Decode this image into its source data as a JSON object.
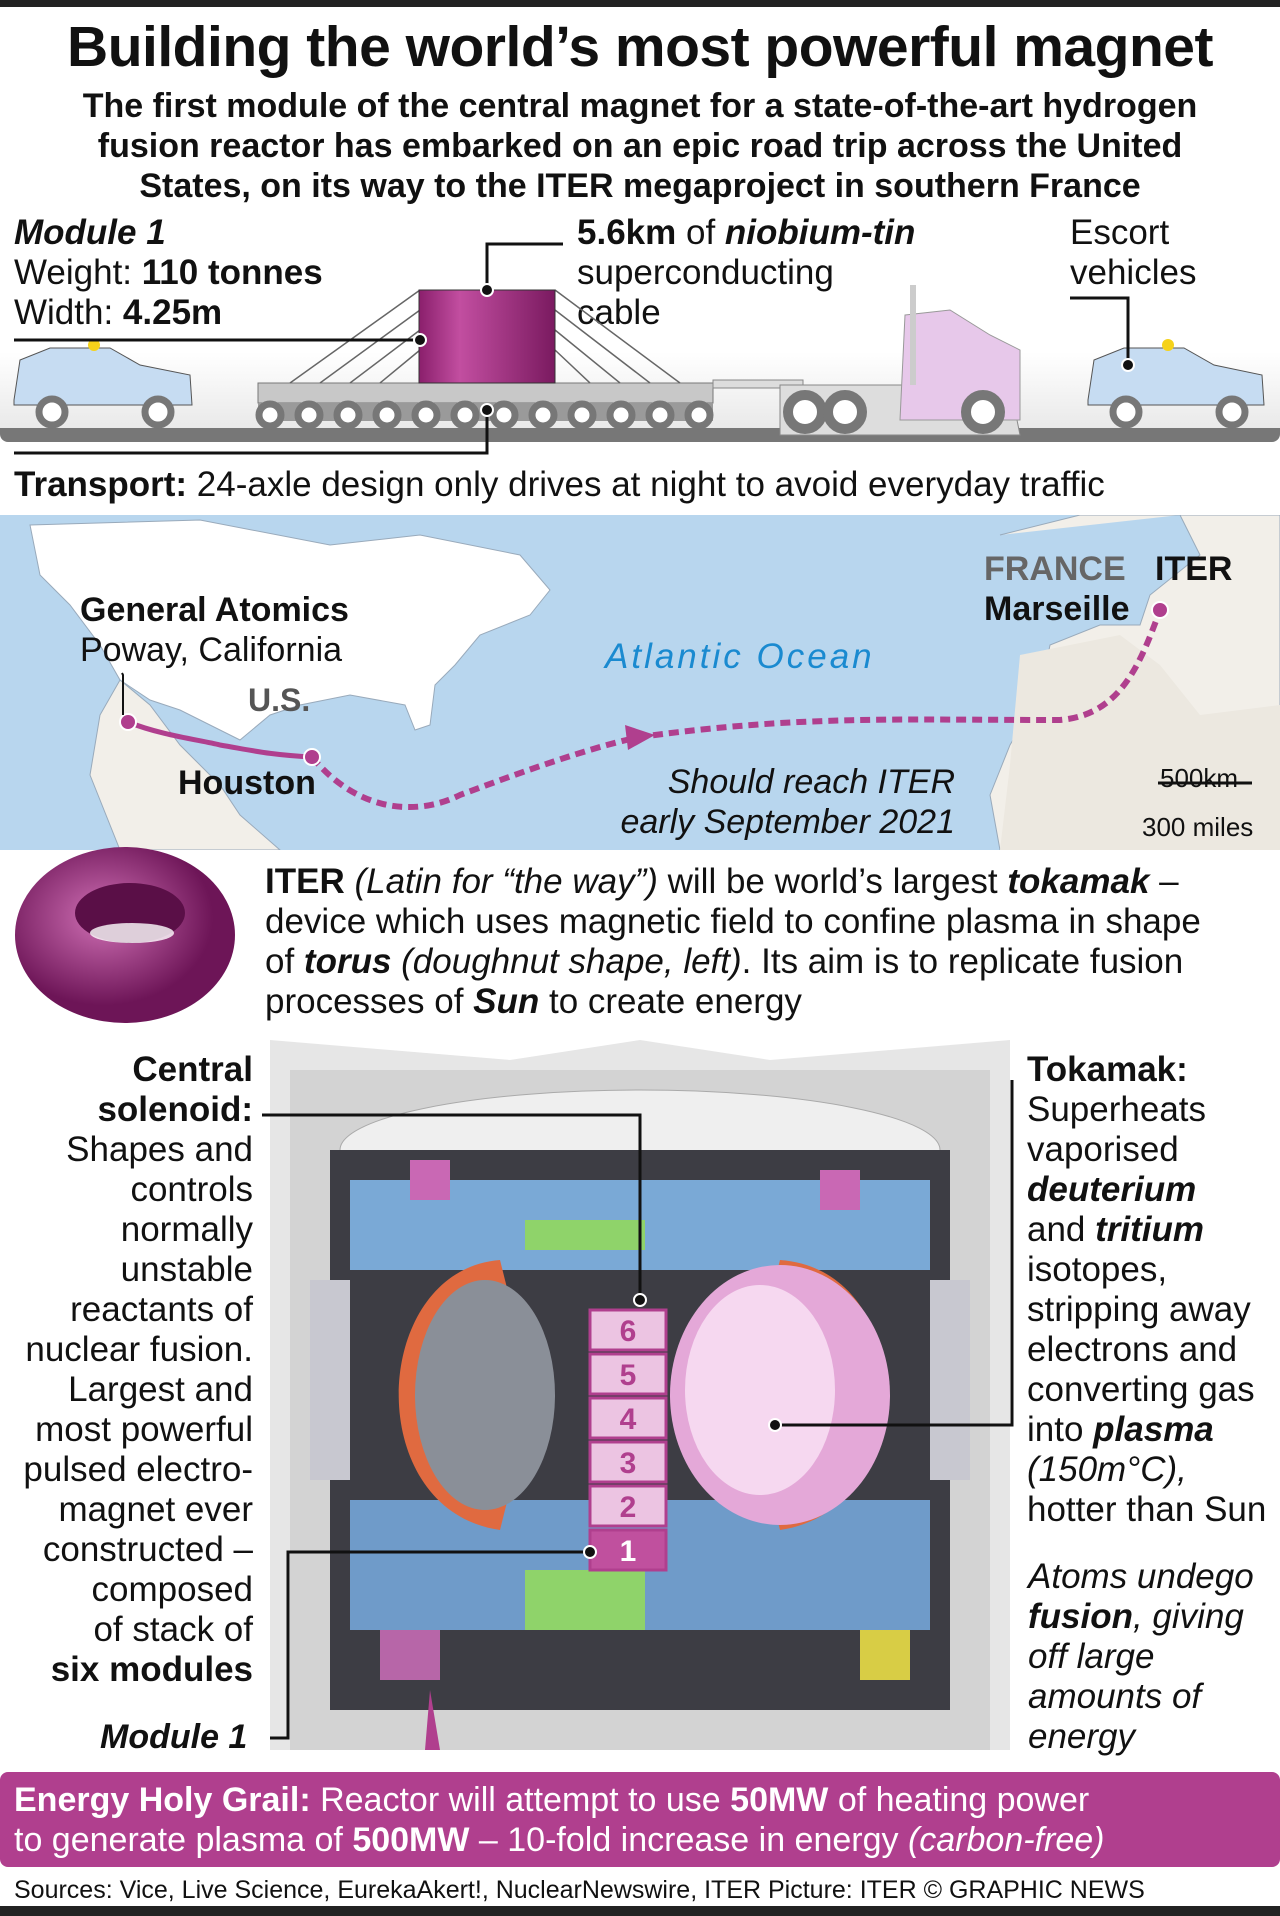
{
  "header": {
    "title": "Building the world’s most powerful magnet",
    "subtitle": [
      "The first module of the central magnet for a state-of-the-art hydrogen",
      "fusion reactor has embarked on an epic road trip across the United",
      "States, on its way to the ITER megaproject in southern France"
    ]
  },
  "module": {
    "title": "Module 1",
    "weight_label": "Weight: ",
    "weight_value": "110 tonnes",
    "width_label": "Width: ",
    "width_value": "4.25m"
  },
  "cable": {
    "length": "5.6km",
    "of": " of ",
    "material": "niobium-tin",
    "line2": "superconducting",
    "line3": "cable"
  },
  "escort": {
    "line1": "Escort",
    "line2": "vehicles"
  },
  "transport": {
    "label": "Transport:",
    "text": " 24-axle design only drives at night to avoid everyday traffic"
  },
  "map": {
    "origin_name": "General Atomics",
    "origin_place": "Poway, California",
    "country": "U.S.",
    "houston": "Houston",
    "ocean": "Atlantic Ocean",
    "france": "FRANCE",
    "iter": "ITER",
    "marseille": "Marseille",
    "eta1": "Should reach ITER",
    "eta2": "early September 2021",
    "scale_km": "500km",
    "scale_mi": "300 miles",
    "route_color": "#b03f8e"
  },
  "iter": {
    "p1": "ITER",
    "p2": " (Latin for “the way”)",
    "p3": " will be world’s largest ",
    "p4": "tokamak",
    "p5": " –",
    "line2": "device which uses magnetic field to confine plasma in shape",
    "l3a": "of ",
    "l3b": "torus",
    "l3c": " (doughnut shape, left)",
    "l3d": ". Its aim is to replicate fusion",
    "l4a": "processes of ",
    "l4b": "Sun",
    "l4c": " to create energy"
  },
  "solenoid": {
    "title1": "Central",
    "title2": "solenoid:",
    "lines": [
      "Shapes and",
      "controls",
      "normally",
      "unstable",
      "reactants of",
      "nuclear fusion.",
      "Largest and",
      "most powerful",
      "pulsed electro-",
      "magnet ever",
      "constructed –",
      "composed",
      "of stack of"
    ],
    "last": "six modules",
    "module_label": "Module 1"
  },
  "modules": [
    "6",
    "5",
    "4",
    "3",
    "2",
    "1"
  ],
  "tokamak": {
    "title": "Tokamak:",
    "l1": "Superheats",
    "l2": "vaporised",
    "l3": "deuterium",
    "l4a": "and ",
    "l4b": "tritium",
    "l5": "isotopes,",
    "l6": "stripping away",
    "l7": "electrons and",
    "l8": "converting gas",
    "l9a": "into ",
    "l9b": "plasma",
    "l10": "(150m°C),",
    "l11": "hotter than Sun"
  },
  "fusion": {
    "l1": "Atoms undego",
    "l2a": "fusion",
    "l2b": ", giving",
    "l3": "off large",
    "l4": "amounts of",
    "l5": "energy"
  },
  "energy": {
    "label": "Energy Holy Grail:",
    "t1": " Reactor will attempt to use ",
    "v1": "50MW",
    "t2": " of heating power",
    "t3": "to generate plasma of ",
    "v2": "500MW",
    "t4": " – 10-fold increase in energy ",
    "t5": "(carbon-free)"
  },
  "footer": {
    "sources": "Sources: Vice, Live Science, EurekaAkert!, NuclearNewswire, ITER   Picture: ITER   © GRAPHIC NEWS"
  },
  "colors": {
    "magenta": "#b03f8e",
    "ocean": "#b8d6ee",
    "car": "#c6dcf2"
  }
}
